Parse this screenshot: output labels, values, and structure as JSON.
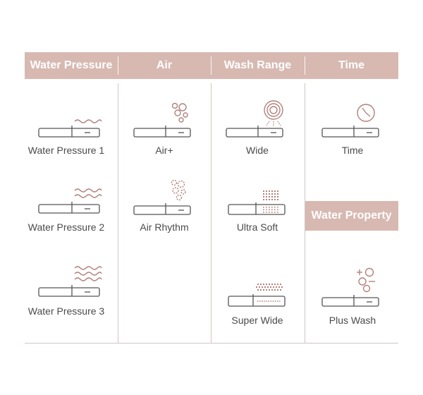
{
  "headers": {
    "water_pressure": "Water Pressure",
    "air": "Air",
    "wash_range": "Wash Range",
    "time": "Time",
    "water_property": "Water Property"
  },
  "items": {
    "water_pressure_1": "Water Pressure 1",
    "water_pressure_2": "Water Pressure 2",
    "water_pressure_3": "Water Pressure 3",
    "air_plus": "Air+",
    "air_rhythm": "Air Rhythm",
    "wide": "Wide",
    "ultra_soft": "Ultra Soft",
    "super_wide": "Super Wide",
    "time": "Time",
    "plus_wash": "Plus Wash"
  },
  "colors": {
    "header_bg": "#d7b9b1",
    "icon_accent": "#b2817b",
    "icon_dark": "#555555",
    "divider": "#d2c4c0"
  }
}
